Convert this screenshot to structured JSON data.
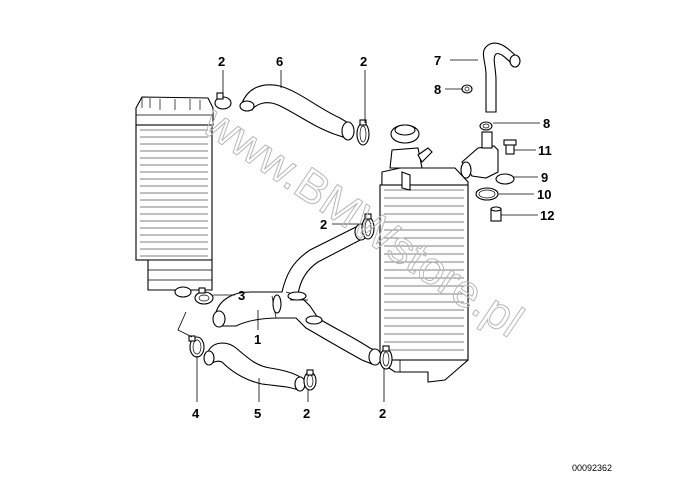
{
  "diagram": {
    "watermark": "www.BMWstore.pl",
    "document_id": "00092362",
    "callouts": [
      {
        "id": "c-2-top-left",
        "label": "2"
      },
      {
        "id": "c-6",
        "label": "6"
      },
      {
        "id": "c-2-top-mid",
        "label": "2"
      },
      {
        "id": "c-7",
        "label": "7"
      },
      {
        "id": "c-8-a",
        "label": "8"
      },
      {
        "id": "c-8-b",
        "label": "8"
      },
      {
        "id": "c-11",
        "label": "11"
      },
      {
        "id": "c-9",
        "label": "9"
      },
      {
        "id": "c-10",
        "label": "10"
      },
      {
        "id": "c-12",
        "label": "12"
      },
      {
        "id": "c-2-mid",
        "label": "2"
      },
      {
        "id": "c-3",
        "label": "3"
      },
      {
        "id": "c-1",
        "label": "1"
      },
      {
        "id": "c-4",
        "label": "4"
      },
      {
        "id": "c-5",
        "label": "5"
      },
      {
        "id": "c-2-bottom-mid",
        "label": "2"
      },
      {
        "id": "c-2-bottom-right",
        "label": "2"
      }
    ]
  }
}
